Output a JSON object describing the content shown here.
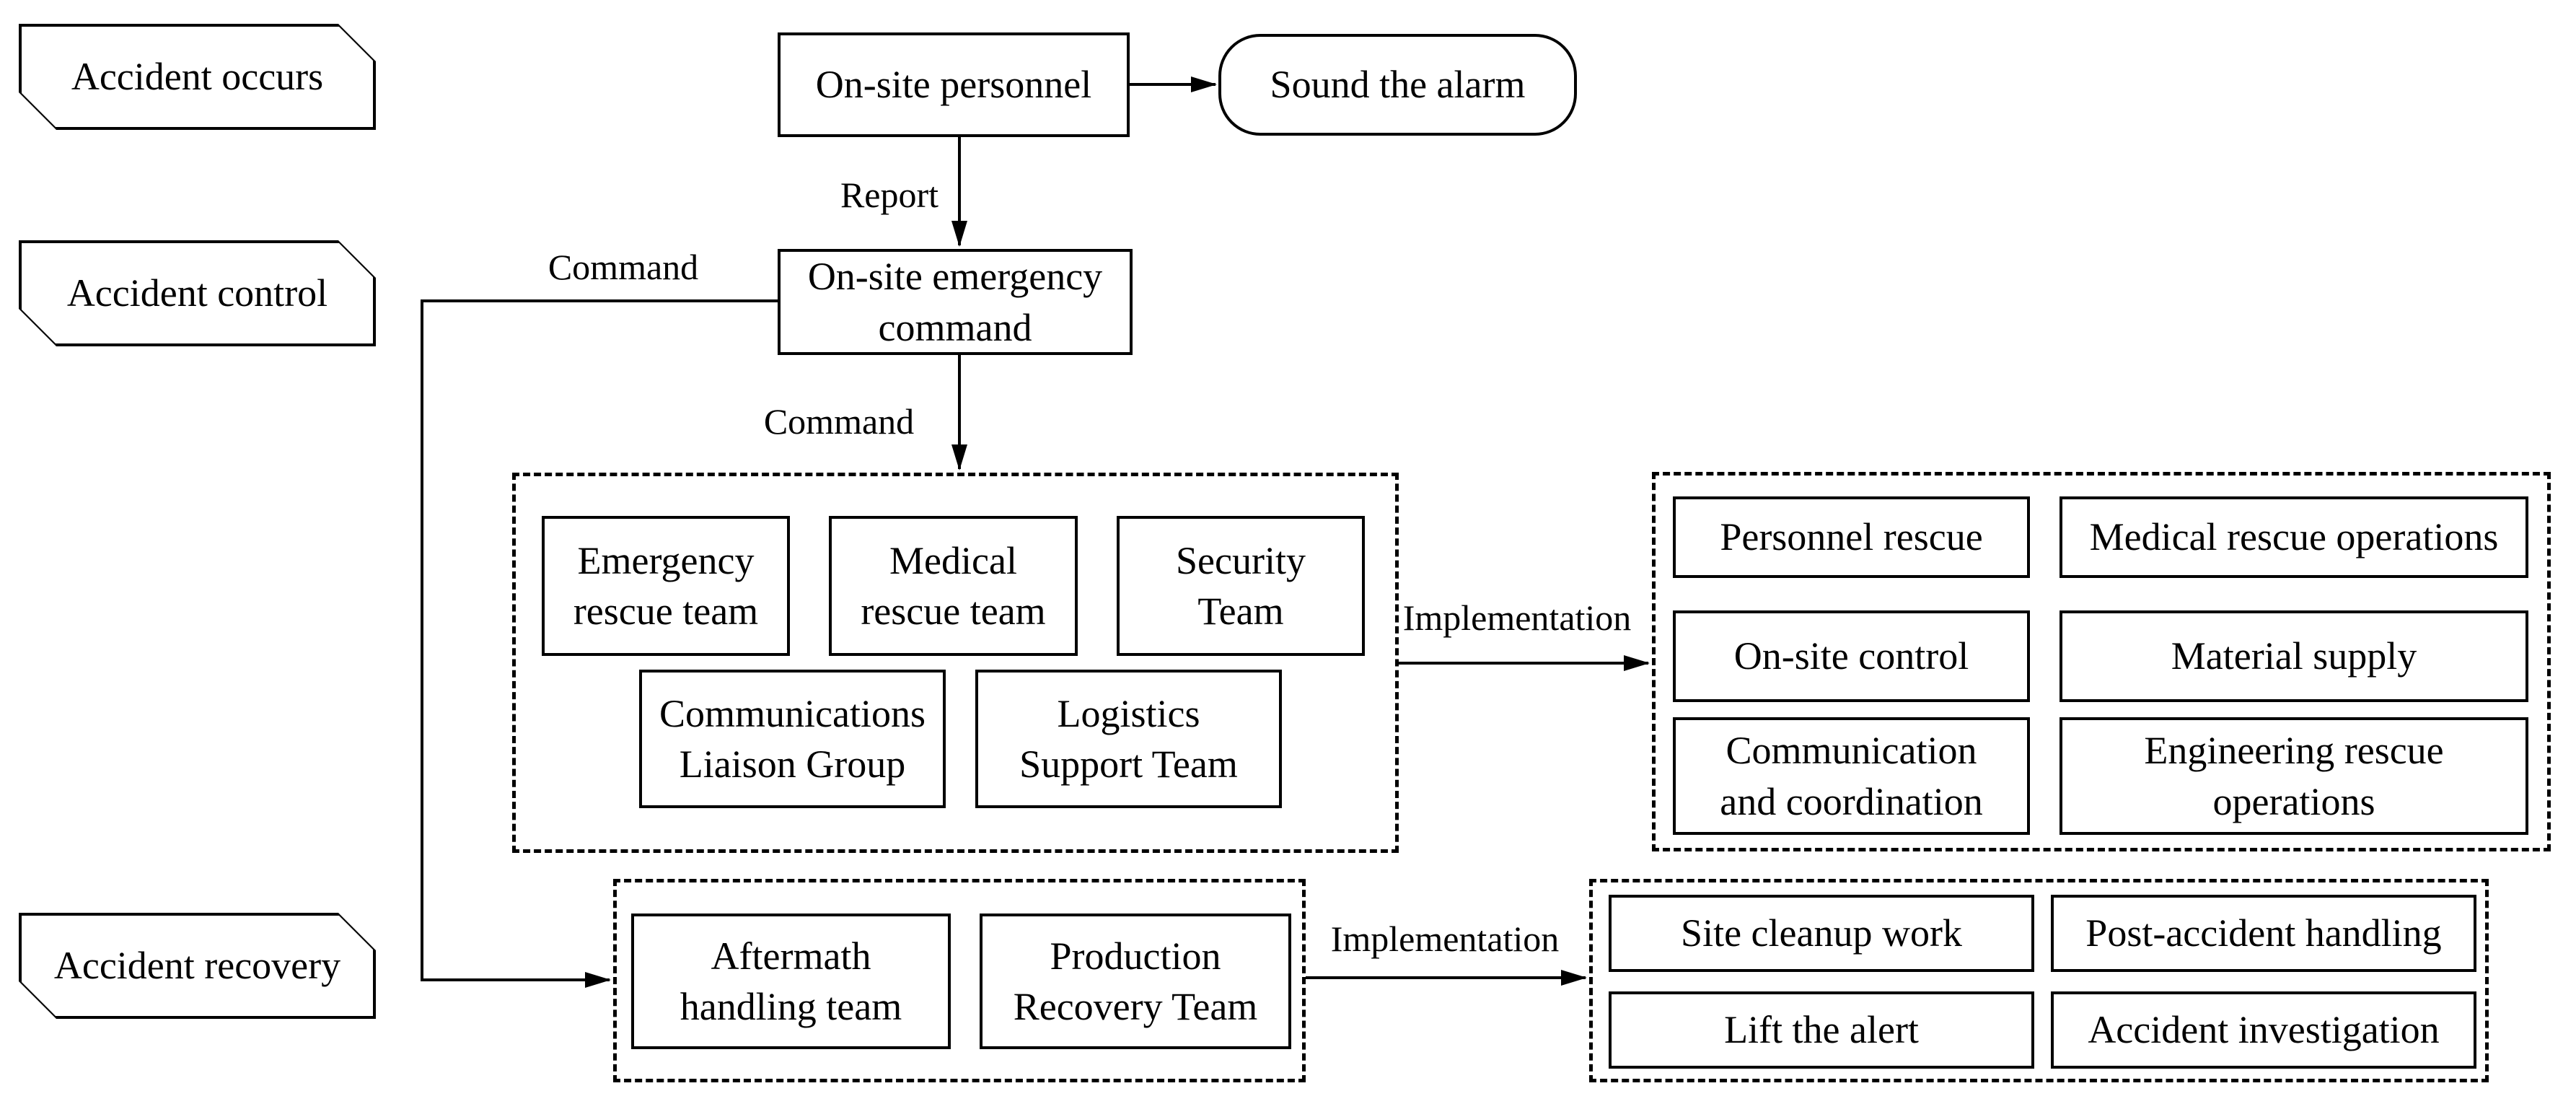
{
  "colors": {
    "ink": "#000000",
    "paper": "#ffffff"
  },
  "banners": [
    {
      "label": "Accident occurs"
    },
    {
      "label": "Accident control"
    },
    {
      "label": "Accident recovery"
    }
  ],
  "nodes": {
    "personnel": {
      "label": "On-site personnel"
    },
    "alarm": {
      "label": "Sound the alarm"
    },
    "command": {
      "label": "On-site emergency\ncommand"
    }
  },
  "edge_labels": {
    "report": "Report",
    "command_left": "Command",
    "command_down": "Command",
    "implementation_top": "Implementation",
    "implementation_bottom": "Implementation"
  },
  "groups": {
    "rescue_teams": {
      "boxes": [
        {
          "label": "Emergency\nrescue team"
        },
        {
          "label": "Medical\nrescue team"
        },
        {
          "label": "Security\nTeam"
        },
        {
          "label": "Communications\nLiaison Group"
        },
        {
          "label": "Logistics\nSupport Team"
        }
      ]
    },
    "control_operations": {
      "boxes": [
        {
          "label": "Personnel rescue"
        },
        {
          "label": "Medical rescue operations"
        },
        {
          "label": "On-site control"
        },
        {
          "label": "Material supply"
        },
        {
          "label": "Communication\nand coordination"
        },
        {
          "label": "Engineering rescue\noperations"
        }
      ]
    },
    "recovery_teams": {
      "boxes": [
        {
          "label": "Aftermath\nhandling team"
        },
        {
          "label": "Production\nRecovery Team"
        }
      ]
    },
    "recovery_operations": {
      "boxes": [
        {
          "label": "Site cleanup work"
        },
        {
          "label": "Post-accident handling"
        },
        {
          "label": "Lift the alert"
        },
        {
          "label": "Accident investigation"
        }
      ]
    }
  }
}
